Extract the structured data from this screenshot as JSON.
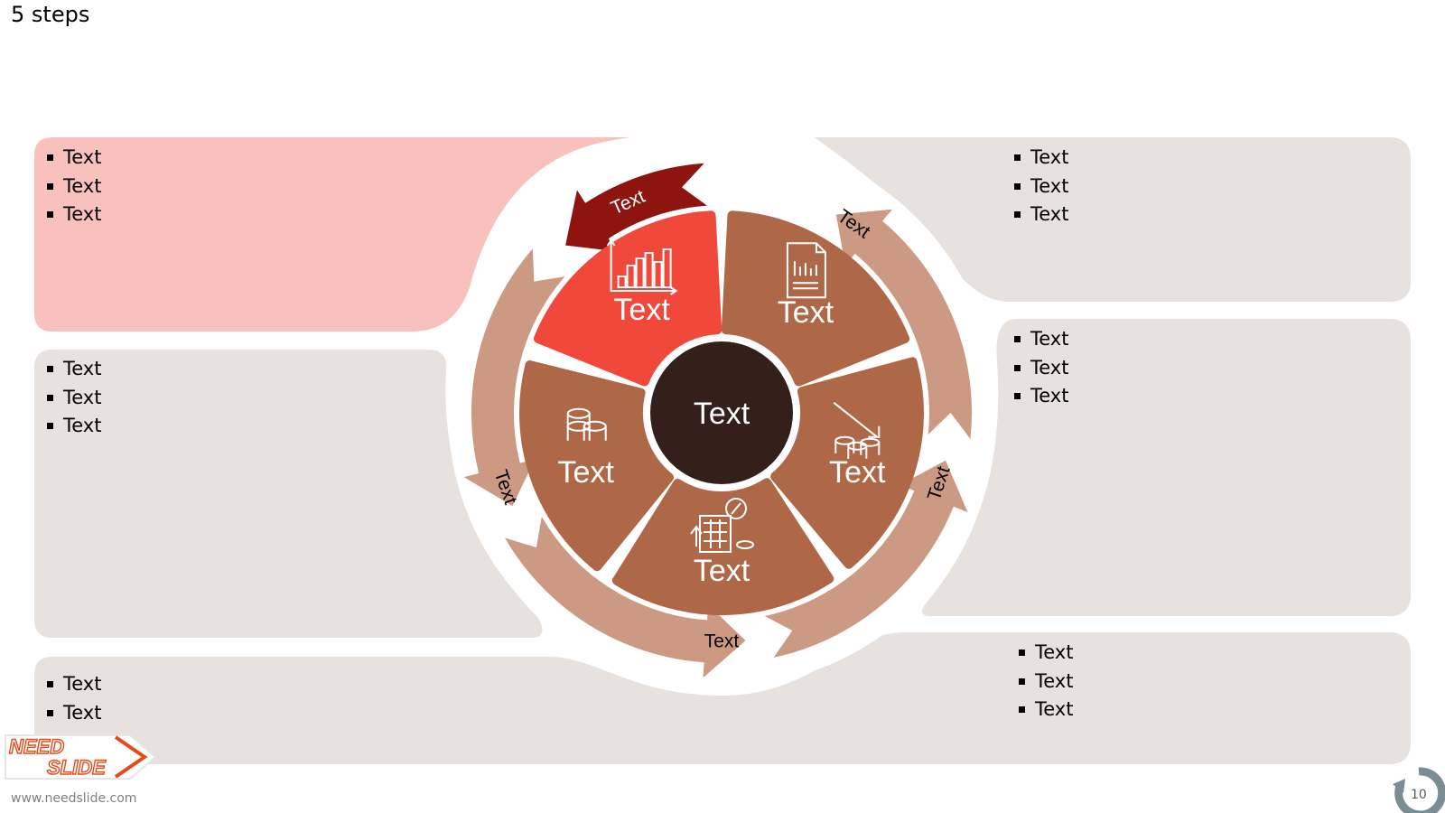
{
  "slide": {
    "title": "5 steps",
    "page_number": "10"
  },
  "logo": {
    "line1": "NEED",
    "line2": "SLIDE",
    "url": "www.needslide.com"
  },
  "center": {
    "label": "Text"
  },
  "segments": [
    {
      "label": "Text",
      "icon": "bar-chart-icon",
      "color": "#F0493B",
      "highlighted": true
    },
    {
      "label": "Text",
      "icon": "report-document-icon",
      "color": "#AE6847"
    },
    {
      "label": "Text",
      "icon": "coins-decline-icon",
      "color": "#AE6847"
    },
    {
      "label": "Text",
      "icon": "calculator-percent-icon",
      "color": "#AE6847"
    },
    {
      "label": "Text",
      "icon": "coin-stacks-icon",
      "color": "#AE6847"
    }
  ],
  "arrows": [
    {
      "label": "Text",
      "color": "#8E1410"
    },
    {
      "label": "Text",
      "color": "#CC9A82"
    },
    {
      "label": "Text",
      "color": "#CC9A82"
    },
    {
      "label": "Text",
      "color": "#CC9A82"
    },
    {
      "label": "Text",
      "color": "#CC9A82"
    }
  ],
  "panels": {
    "top_left": {
      "bullets": [
        "Text",
        "Text",
        "Text"
      ]
    },
    "middle_left": {
      "bullets": [
        "Text",
        "Text",
        "Text"
      ]
    },
    "bottom_left": {
      "bullets": [
        "Text",
        "Text"
      ]
    },
    "top_right": {
      "bullets": [
        "Text",
        "Text",
        "Text"
      ]
    },
    "middle_right": {
      "bullets": [
        "Text",
        "Text",
        "Text"
      ]
    },
    "bottom_right": {
      "bullets": [
        "Text",
        "Text",
        "Text"
      ]
    }
  },
  "colors": {
    "panel_highlight": "#F9C1BD",
    "panel_default": "#E7E2DE",
    "center": "#33201A",
    "ring_background": "#FFFFFF"
  }
}
